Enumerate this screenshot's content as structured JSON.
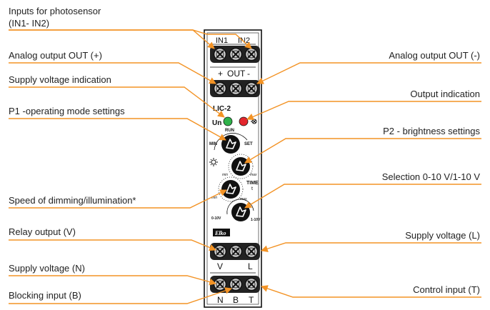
{
  "labels_left": {
    "inputs_photosensor_1": "Inputs for photosensor",
    "inputs_photosensor_2": "(IN1- IN2)",
    "analog_out_plus": "Analog output OUT (+)",
    "supply_indication": "Supply voltage indication",
    "p1_mode": "P1 -operating mode settings",
    "speed_dimming": "Speed of dimming/illumination*",
    "relay_output": "Relay output (V)",
    "supply_n": "Supply voltage (N)",
    "blocking_input": "Blocking input (B)"
  },
  "labels_right": {
    "analog_out_minus": "Analog output OUT (-)",
    "output_indication": "Output indication",
    "p2_brightness": "P2 - brightness settings",
    "selection_range": "Selection 0-10 V/1-10 V",
    "supply_l": "Supply voltage (L)",
    "control_input": "Control input (T)"
  },
  "device": {
    "terminal_in1": "IN1",
    "terminal_in2": "IN2",
    "out_plus": "+",
    "out_label": "OUT",
    "out_minus": "-",
    "model": "LIC-2",
    "led_un": "Un",
    "p1_run": "RUN",
    "p1_min": "MIN",
    "p1_set": "SET",
    "p2_min": "min",
    "p2_max": "max",
    "time_label": "TIME",
    "time_t": "t",
    "time_min": "min",
    "time_max": "max",
    "sel_010": "0-10V",
    "sel_110": "1-10V",
    "brand": "Elko",
    "term_v": "V",
    "term_l": "L",
    "term_n": "N",
    "term_b": "B",
    "term_t": "T"
  },
  "colors": {
    "leader_line": "#f39325",
    "led_green": "#2fb24a",
    "led_red": "#e3262d"
  }
}
